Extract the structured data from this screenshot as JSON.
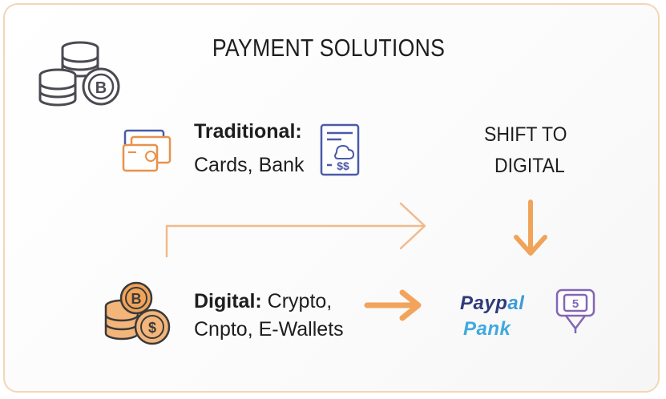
{
  "diagram": {
    "title": "PAYMENT SOLUTIONS",
    "traditional": {
      "line1_strong": "Traditional:",
      "line2": "Cards, Bank"
    },
    "shift": {
      "line1": "SHIFT TO",
      "line2": "DIGITAL"
    },
    "digital": {
      "line1_strong": "Digital:",
      "line1_rest": " Crypto,",
      "line2": "Cnpto, E-Wallets"
    },
    "brands": {
      "brand1_a": "Payp",
      "brand1_b": "al",
      "brand2": "Pank"
    },
    "icons": {
      "top_left": "coin-stack-bitcoin-icon",
      "traditional_left": "cards-cash-icon",
      "traditional_right": "bank-statement-icon",
      "digital_left": "crypto-coins-icon",
      "digital_right": "digital-wallet-icon"
    },
    "colors": {
      "accent_orange": "#f0a45a",
      "arrow_orange": "#f2a35c",
      "frame": "#f3d6b4",
      "icon_dark": "#4a4a52",
      "icon_blue": "#4b5aa8",
      "icon_purple": "#8466b4"
    }
  }
}
